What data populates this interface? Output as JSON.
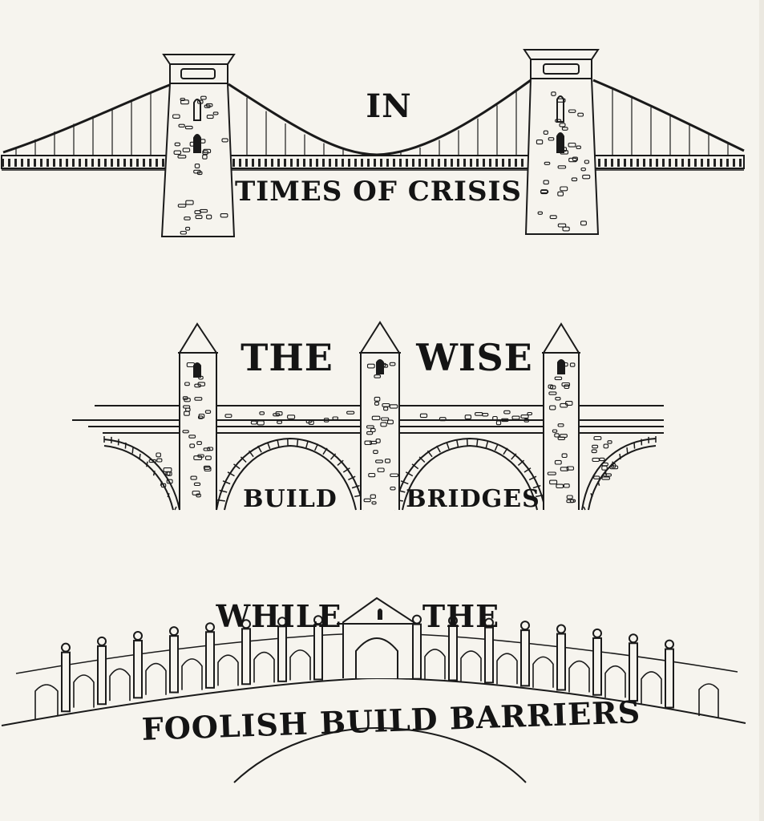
{
  "art": {
    "panel1": {
      "line1": "IN",
      "line2": "TIMES OF CRISIS"
    },
    "panel2": {
      "line1a": "THE",
      "line1b": "WISE",
      "arch1": "BUILD",
      "arch2": "BRIDGES"
    },
    "panel3": {
      "line1a": "WHILE",
      "line1b": "THE",
      "line2": "FOOLISH BUILD BARRIERS"
    }
  },
  "colors": {
    "paper": "#f6f4ee",
    "ink": "#141414"
  }
}
